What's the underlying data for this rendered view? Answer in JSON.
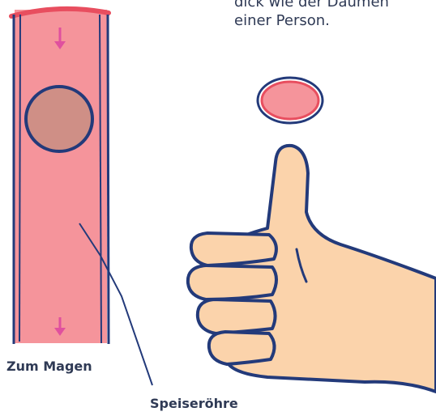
{
  "caption": {
    "line1": "dick wie der Daumen",
    "line2": "einer Person."
  },
  "labels": {
    "stomach": "Zum Magen",
    "esophagus": "Speiseröhre"
  },
  "colors": {
    "tube_fill": "#f5949b",
    "tube_stroke": "#233a7a",
    "top_rim": "#e84e5f",
    "arrow": "#e0509e",
    "bolus": "#cf8f86",
    "skin": "#fbd3ab",
    "outline": "#233a7a",
    "text": "#2f3a55"
  },
  "icons": [
    "down-arrow-icon",
    "thumbs-up-hand-icon",
    "cross-section-disc-icon",
    "food-bolus-icon"
  ]
}
